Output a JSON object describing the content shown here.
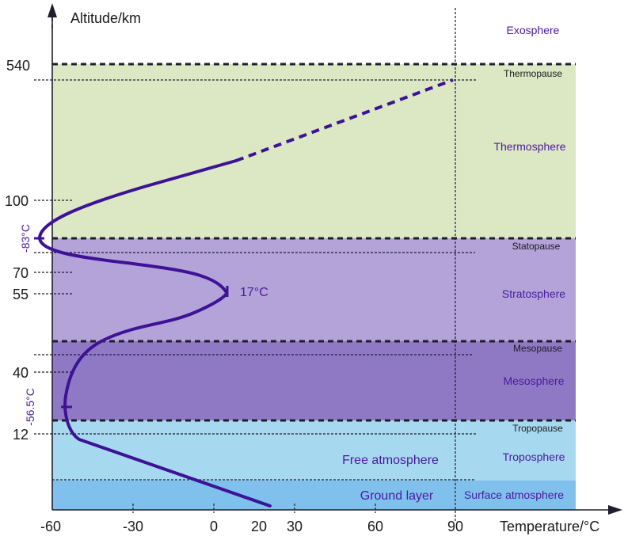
{
  "axes": {
    "y_title": "Altitude/km",
    "x_title": "Temperature/°C",
    "y_ticks": [
      "540",
      "100",
      "70",
      "55",
      "40",
      "12"
    ],
    "x_ticks": [
      "-60",
      "-30",
      "0",
      "20",
      "30",
      "60",
      "90"
    ]
  },
  "layers": {
    "exosphere": "Exosphere",
    "thermopause": "Thermopause",
    "thermosphere": "Thermosphere",
    "statopause": "Statopause",
    "stratosphere": "Stratosphere",
    "mesopause": "Mesopause",
    "mesosphere": "Mesosphere",
    "tropopause": "Tropopause",
    "troposphere": "Troposphere",
    "free_atmosphere": "Free atmosphere",
    "ground_layer": "Ground layer",
    "surface_atmosphere": "Surface atmosphere"
  },
  "annotations": {
    "min_temp_upper": "-83°C",
    "max_temp_strat": "17°C",
    "min_temp_lower": "-56.5°C"
  },
  "colors": {
    "thermosphere_band": "#dce8c4",
    "stratosphere_band": "#b3a3d8",
    "mesosphere_band": "#9079c4",
    "troposphere_band": "#a6d8ef",
    "ground_band": "#7fc1ec",
    "curve": "#3d1296",
    "label_purple": "#4a1aa0"
  }
}
